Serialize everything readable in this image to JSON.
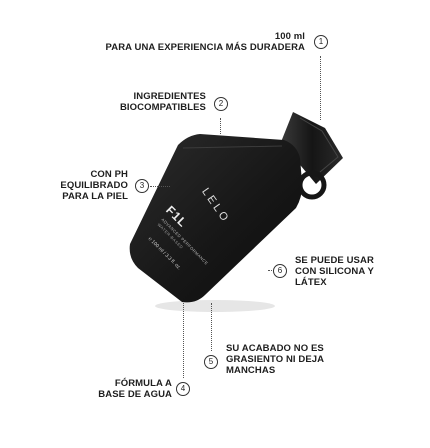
{
  "callouts": [
    {
      "number": "1",
      "lines": [
        "100 ml",
        "PARA UNA EXPERIENCIA MÁS DURADERA"
      ]
    },
    {
      "number": "2",
      "lines": [
        "INGREDIENTES",
        "BIOCOMPATIBLES"
      ]
    },
    {
      "number": "3",
      "lines": [
        "CON PH",
        "EQUILIBRADO",
        "PARA LA PIEL"
      ]
    },
    {
      "number": "4",
      "lines": [
        "FÓRMULA A",
        "BASE DE AGUA"
      ]
    },
    {
      "number": "5",
      "lines": [
        "SU ACABADO NO ES",
        "GRASIENTO NI DEJA",
        "MANCHAS"
      ]
    },
    {
      "number": "6",
      "lines": [
        "SE PUEDE USAR",
        "CON SILICONA Y",
        "LÁTEX"
      ]
    }
  ],
  "bottle": {
    "brand": "LELO",
    "product": "F1L",
    "subtitle_1": "ADVANCED PERFORMANCE",
    "subtitle_2": "WATER-BASED",
    "volume": "℮ 100 ml / 3.3 fl. oz.",
    "color": "#1c1c1c"
  }
}
